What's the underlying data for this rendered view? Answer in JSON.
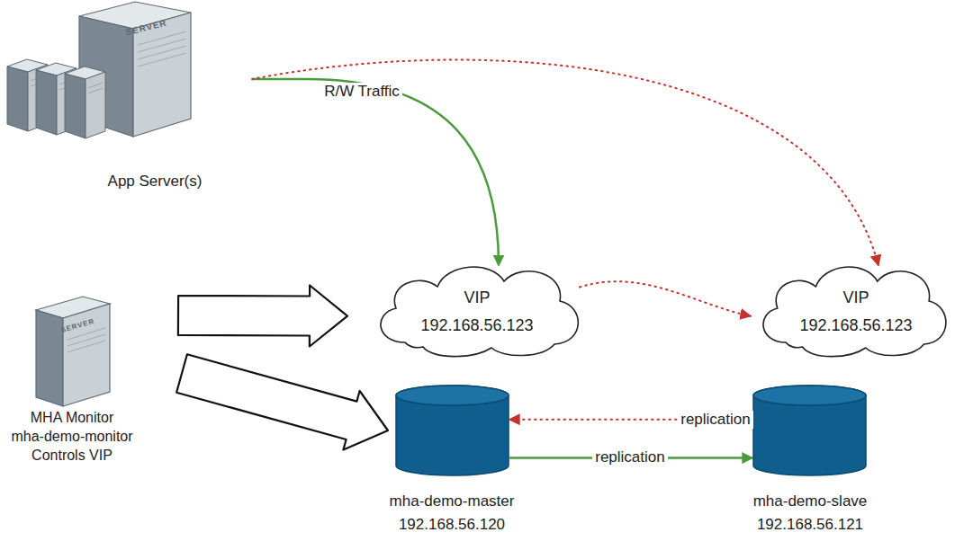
{
  "diagram": {
    "nodes": [
      {
        "text": [
          "App Server(s)"
        ]
      },
      {
        "text": [
          "MHA Monitor",
          "mha-demo-monitor",
          "Controls VIP"
        ]
      },
      {
        "text": [
          "VIP",
          "192.168.56.123"
        ]
      },
      {
        "text": [
          "VIP",
          "192.168.56.123"
        ]
      },
      {
        "text": [
          "mha-demo-master",
          "192.168.56.120"
        ]
      },
      {
        "text": [
          "mha-demo-slave",
          "192.168.56.121"
        ]
      }
    ],
    "edges": [
      {
        "from": 0,
        "to": 2,
        "arrow": "to",
        "label": "R/W Traffic"
      },
      {
        "from": 0,
        "to": 3,
        "arrow": "to"
      },
      {
        "from": 1,
        "to": 2,
        "arrow": "to"
      },
      {
        "from": 1,
        "to": 4,
        "arrow": "to"
      },
      {
        "from": 2,
        "to": 3,
        "arrow": "to"
      },
      {
        "from": 4,
        "to": 5,
        "arrow": "to",
        "label": "replication"
      },
      {
        "from": 5,
        "to": 4,
        "arrow": "to",
        "label": "replication"
      }
    ],
    "labels": [
      "SERVER",
      "SERVER"
    ]
  }
}
